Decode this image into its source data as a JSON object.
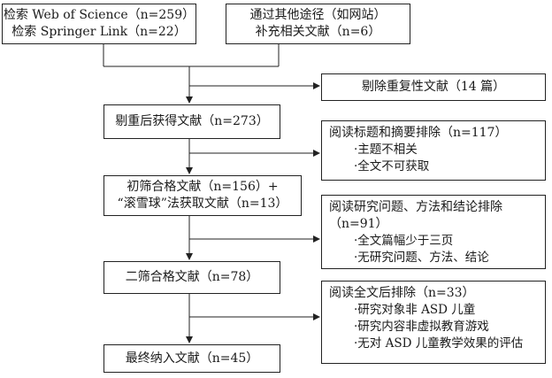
{
  "flow": {
    "sources": {
      "database": {
        "line1": "检索 Web of Science（n=259）",
        "line2": "检索 Springer Link（n=22）"
      },
      "other": {
        "line1": "通过其他途径（如网站）",
        "line2": "补充相关文献（n=6）"
      }
    },
    "dedup_removed": "剔除重复性文献（14 篇）",
    "after_dedup": "剔重后获得文献（n=273）",
    "screen1_exclusion": {
      "title": "阅读标题和摘要排除（n=117）",
      "items": [
        "·主题不相关",
        "·全文不可获取"
      ]
    },
    "first_screen": {
      "line1": "初筛合格文献（n=156）+",
      "line2": "“滚雪球”法获取文献（n=13）"
    },
    "screen2_exclusion": {
      "title": "阅读研究问题、方法和结论排除",
      "title2": "（n=91）",
      "items": [
        "·全文篇幅少于三页",
        "·无研究问题、方法、结论"
      ]
    },
    "second_screen": "二筛合格文献（n=78）",
    "screen3_exclusion": {
      "title": "阅读全文后排除（n=33）",
      "items": [
        "·研究对象非 ASD 儿童",
        "·研究内容非虚拟教育游戏",
        "·无对 ASD 儿童教学效果的评估"
      ]
    },
    "final": "最终纳入文献（n=45）"
  },
  "colors": {
    "stroke": "#222222",
    "text": "#1a1a1a",
    "background": "#ffffff"
  }
}
